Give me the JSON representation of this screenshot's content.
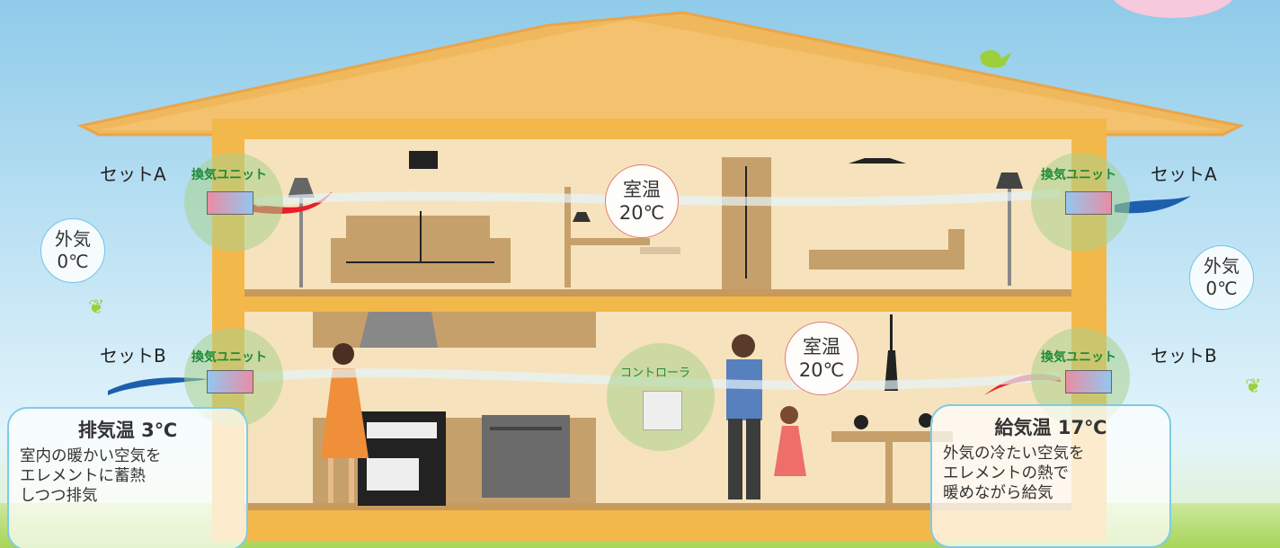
{
  "labels": {
    "set_a": "セットA",
    "set_b": "セットB",
    "unit": "換気ユニット",
    "controller": "コントローラ"
  },
  "outside_temp": {
    "label": "外気",
    "value": "0℃"
  },
  "room_temp": {
    "label": "室温",
    "value": "20℃"
  },
  "exhaust_box": {
    "title": "排気温 3℃",
    "lines": [
      "室内の暖かい空気を",
      "エレメントに蓄熱",
      "しつつ排気"
    ]
  },
  "supply_box": {
    "title": "給気温 17℃",
    "lines": [
      "外気の冷たい空気を",
      "エレメントの熱で",
      "暖めながら給気"
    ]
  },
  "colors": {
    "house_wall": "#f3b84a",
    "interior": "#f6e3bd",
    "warm_air": "#e8202a",
    "cold_air": "#1d5fae",
    "unit_glow": "#a9d48c"
  },
  "icons": [
    "bird-icon",
    "butterfly-icon",
    "ventilation-unit-icon",
    "controller-icon"
  ]
}
